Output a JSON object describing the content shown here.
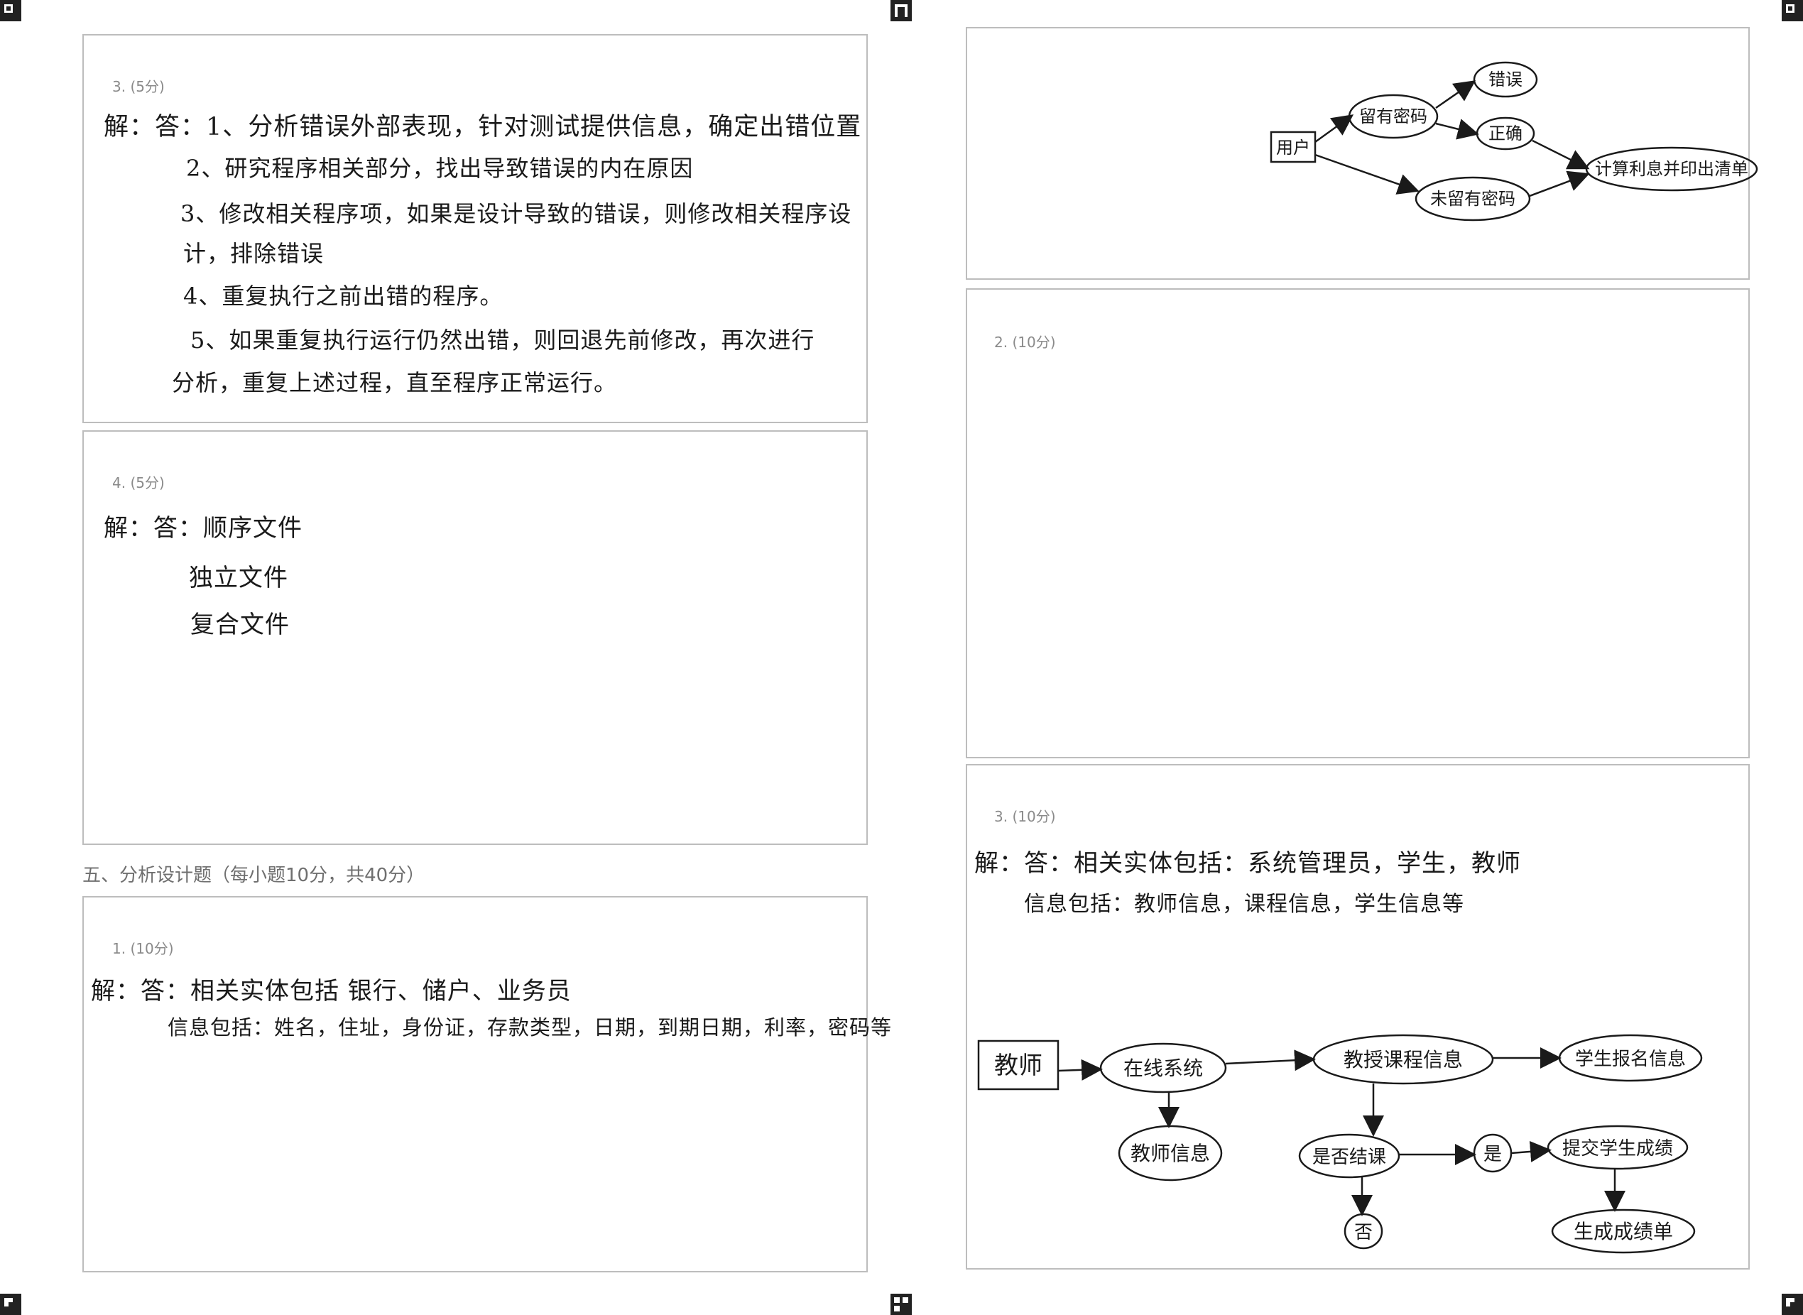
{
  "left_page": {
    "q3": {
      "number": "3. (5分)",
      "lines": [
        "解：答：1、分析错误外部表现，针对测试提供信息，确定出错位置",
        "2、研究程序相关部分，找出导致错误的内在原因",
        "3、修改相关程序项，如果是设计导致的错误，则修改相关程序设",
        "计，排除错误",
        "4、重复执行之前出错的程序。",
        "5、如果重复执行运行仍然出错，则回退先前修改，再次进行",
        "分析，重复上述过程，直至程序正常运行。"
      ]
    },
    "q4": {
      "number": "4. (5分)",
      "lines": [
        "解：答：顺序文件",
        "独立文件",
        "复合文件"
      ]
    },
    "section_title": "五、分析设计题（每小题10分，共40分）",
    "s5q1": {
      "number": "1. (10分)",
      "lines": [
        "解：答：相关实体包括 银行、储户、业务员",
        "信息包括：姓名，住址，身份证，存款类型，日期，到期日期，利率，密码等"
      ]
    }
  },
  "right_page": {
    "diagram1": {
      "user": "用户",
      "has_password": "留有密码",
      "error": "错误",
      "correct": "正确",
      "no_password": "未留有密码",
      "process": "计算利息并印出清单"
    },
    "q2": {
      "number": "2. (10分)"
    },
    "q3": {
      "number": "3. (10分)",
      "lines": [
        "解：答：相关实体包括：系统管理员，学生，教师",
        "信息包括：教师信息，课程信息，学生信息等"
      ]
    },
    "diagram2": {
      "teacher": "教师",
      "online_system": "在线系统",
      "teaching_info": "教授课程信息",
      "student_reg": "学生报名信息",
      "teacher_info": "教师信息",
      "course_ended": "是否结课",
      "yes": "是",
      "no": "否",
      "submit_grades": "提交学生成绩",
      "gen_report": "生成成绩单"
    }
  }
}
